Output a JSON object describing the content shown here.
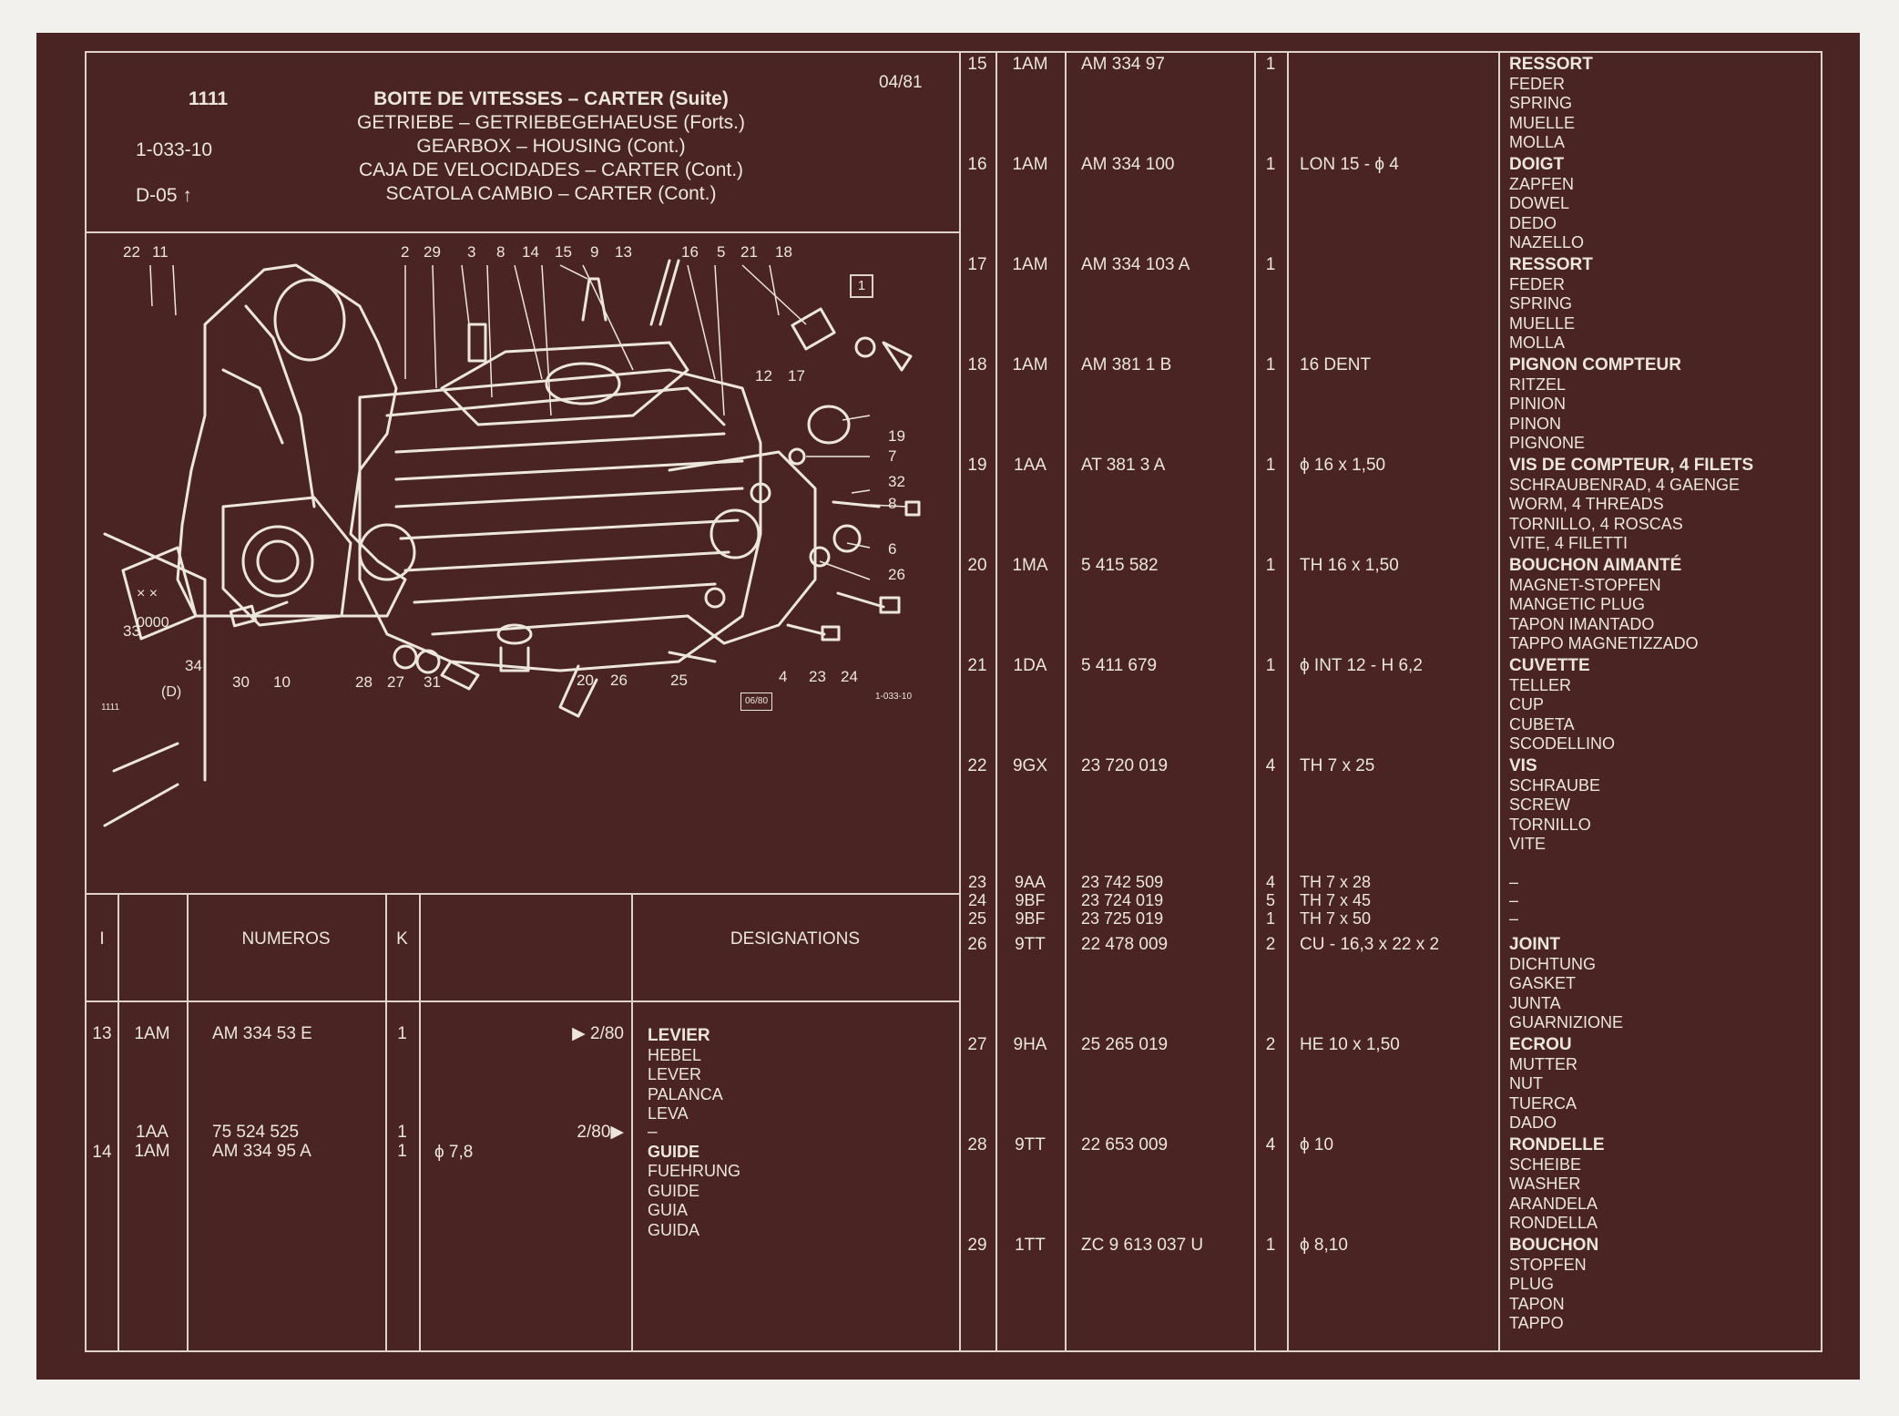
{
  "header": {
    "page_code": "1111",
    "ref_code": "1-033-10",
    "sub_code": "D-05",
    "date": "04/81",
    "titles": [
      "BOITE DE VITESSES – CARTER (Suite)",
      "GETRIEBE – GETRIEBEGEHAEUSE (Forts.)",
      "GEARBOX – HOUSING (Cont.)",
      "CAJA DE VELOCIDADES – CARTER (Cont.)",
      "SCATOLA CAMBIO – CARTER (Cont.)"
    ]
  },
  "diagram": {
    "box_label": "1",
    "variant_label": "(D)",
    "footer_left": "1111",
    "footer_date": "06/80",
    "footer_ref": "1-033-10",
    "callouts_top": [
      "22",
      "11",
      "2",
      "29",
      "3",
      "8",
      "14",
      "15",
      "9",
      "13",
      "16",
      "5",
      "21",
      "18"
    ],
    "callouts_right": [
      "19",
      "7",
      "32",
      "8",
      "6",
      "26"
    ],
    "callouts_inner": [
      "12",
      "17"
    ],
    "callouts_bottom": [
      "30",
      "10",
      "28",
      "27",
      "31",
      "20",
      "26",
      "25",
      "4",
      "23",
      "24"
    ],
    "callouts_left": [
      "33",
      "34"
    ]
  },
  "table_header": {
    "col_index": "I",
    "col_numbers": "NUMEROS",
    "col_k": "K",
    "col_designations": "DESIGNATIONS"
  },
  "left_rows": [
    {
      "index": "13",
      "code": "1AM",
      "ref": "AM 334 53 E",
      "qty": "1",
      "spec": "",
      "note": "▶ 2/80",
      "desc": [
        "LEVIER",
        "HEBEL",
        "LEVER",
        "PALANCA",
        "LEVA"
      ]
    },
    {
      "index": "14",
      "code": "1AA\n1AM",
      "ref": "75 524 525\nAM 334 95 A",
      "qty": "1\n1",
      "spec": "ϕ 7,8",
      "note": "2/80▶",
      "desc": [
        "–",
        "GUIDE",
        "FUEHRUNG",
        "GUIDE",
        "GUIA",
        "GUIDA"
      ]
    }
  ],
  "right_rows": [
    {
      "index": "15",
      "code": "1AM",
      "ref": "AM 334 97",
      "qty": "1",
      "spec": "",
      "desc": [
        "RESSORT",
        "FEDER",
        "SPRING",
        "MUELLE",
        "MOLLA"
      ]
    },
    {
      "index": "16",
      "code": "1AM",
      "ref": "AM 334 100",
      "qty": "1",
      "spec": "LON 15 - ϕ 4",
      "desc": [
        "DOIGT",
        "ZAPFEN",
        "DOWEL",
        "DEDO",
        "NAZELLO"
      ]
    },
    {
      "index": "17",
      "code": "1AM",
      "ref": "AM 334 103 A",
      "qty": "1",
      "spec": "",
      "desc": [
        "RESSORT",
        "FEDER",
        "SPRING",
        "MUELLE",
        "MOLLA"
      ]
    },
    {
      "index": "18",
      "code": "1AM",
      "ref": "AM 381 1 B",
      "qty": "1",
      "spec": "16 DENT",
      "desc": [
        "PIGNON COMPTEUR",
        "RITZEL",
        "PINION",
        "PINON",
        "PIGNONE"
      ]
    },
    {
      "index": "19",
      "code": "1AA",
      "ref": "AT 381 3 A",
      "qty": "1",
      "spec": "ϕ 16 x 1,50",
      "desc": [
        "VIS DE COMPTEUR, 4 FILETS",
        "SCHRAUBENRAD, 4 GAENGE",
        "WORM, 4 THREADS",
        "TORNILLO, 4 ROSCAS",
        "VITE, 4 FILETTI"
      ]
    },
    {
      "index": "20",
      "code": "1MA",
      "ref": "5 415 582",
      "qty": "1",
      "spec": "TH 16 x 1,50",
      "desc": [
        "BOUCHON AIMANTÉ",
        "MAGNET-STOPFEN",
        "MANGETIC PLUG",
        "TAPON IMANTADO",
        "TAPPO MAGNETIZZADO"
      ]
    },
    {
      "index": "21",
      "code": "1DA",
      "ref": "5 411 679",
      "qty": "1",
      "spec": "ϕ INT 12 - H 6,2",
      "desc": [
        "CUVETTE",
        "TELLER",
        "CUP",
        "CUBETA",
        "SCODELLINO"
      ]
    },
    {
      "index": "22",
      "code": "9GX",
      "ref": "23 720 019",
      "qty": "4",
      "spec": "TH 7 x 25",
      "desc": [
        "VIS",
        "SCHRAUBE",
        "SCREW",
        "TORNILLO",
        "VITE"
      ]
    }
  ],
  "compact_rows": [
    {
      "index": "23",
      "code": "9AA",
      "ref": "23 742 509",
      "qty": "4",
      "spec": "TH 7 x 28",
      "desc": "–"
    },
    {
      "index": "24",
      "code": "9BF",
      "ref": "23 724 019",
      "qty": "5",
      "spec": "TH 7 x 45",
      "desc": "–"
    },
    {
      "index": "25",
      "code": "9BF",
      "ref": "23 725 019",
      "qty": "1",
      "spec": "TH 7 x 50",
      "desc": "–"
    }
  ],
  "right_rows_2": [
    {
      "index": "26",
      "code": "9TT",
      "ref": "22 478 009",
      "qty": "2",
      "spec": "CU - 16,3 x 22 x 2",
      "desc": [
        "JOINT",
        "DICHTUNG",
        "GASKET",
        "JUNTA",
        "GUARNIZIONE"
      ]
    },
    {
      "index": "27",
      "code": "9HA",
      "ref": "25 265 019",
      "qty": "2",
      "spec": "HE 10 x 1,50",
      "desc": [
        "ECROU",
        "MUTTER",
        "NUT",
        "TUERCA",
        "DADO"
      ]
    },
    {
      "index": "28",
      "code": "9TT",
      "ref": "22 653 009",
      "qty": "4",
      "spec": "ϕ 10",
      "desc": [
        "RONDELLE",
        "SCHEIBE",
        "WASHER",
        "ARANDELA",
        "RONDELLA"
      ]
    },
    {
      "index": "29",
      "code": "1TT",
      "ref": "ZC 9 613 037 U",
      "qty": "1",
      "spec": "ϕ 8,10",
      "desc": [
        "BOUCHON",
        "STOPFEN",
        "PLUG",
        "TAPON",
        "TAPPO"
      ]
    }
  ],
  "colors": {
    "film": "#4a2422",
    "ink": "#ece6dd",
    "border": "#f3f1ed"
  }
}
